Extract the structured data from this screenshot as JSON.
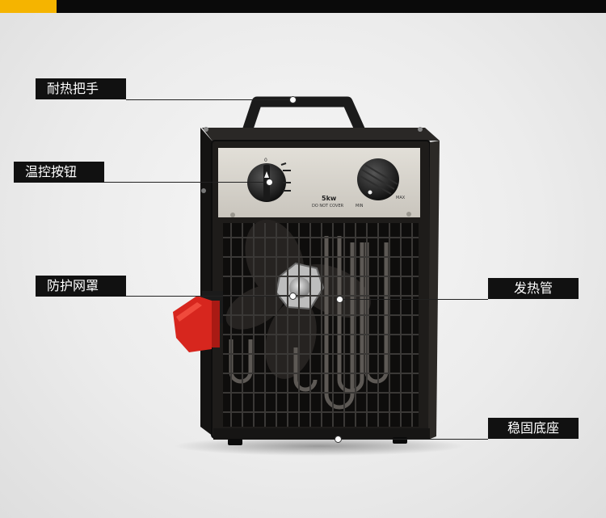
{
  "callouts": [
    {
      "id": "handle",
      "text": "耐热把手"
    },
    {
      "id": "temp-knob",
      "text": "温控按钮"
    },
    {
      "id": "guard",
      "text": "防护网罩"
    },
    {
      "id": "element",
      "text": "发热管"
    },
    {
      "id": "base",
      "text": "稳固底座"
    }
  ],
  "panel": {
    "power": "5kw",
    "warning": "DO NOT COVER",
    "knob_off": "0",
    "dial_min": "MIN",
    "dial_max": "MAX"
  },
  "colors": {
    "top_bar": "#0a0a0a",
    "top_accent": "#f5b400",
    "label_bg": "#111111",
    "label_text": "#ffffff",
    "heater_body": "#1c1a18",
    "panel": "#d6d3cc",
    "plug": "#d7261e"
  }
}
